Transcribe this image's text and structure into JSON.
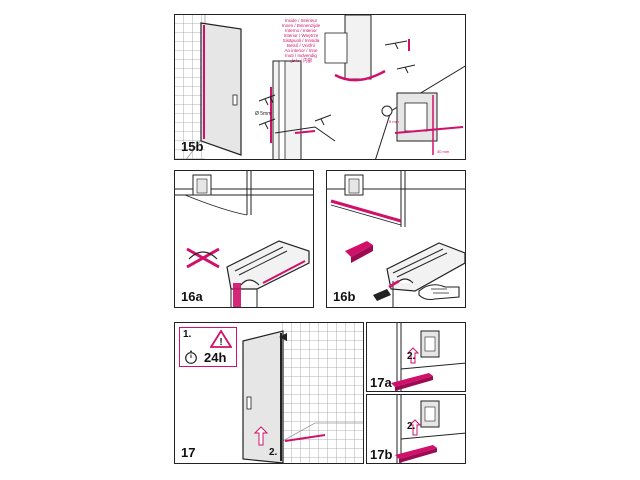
{
  "panels": {
    "p15b": {
      "label": "15b"
    },
    "p16a": {
      "label": "16a"
    },
    "p16b": {
      "label": "16b"
    },
    "p17": {
      "label": "17",
      "step1": "1.",
      "step2": "2.",
      "timer": "24h"
    },
    "p17a": {
      "label": "17a",
      "step2": "2."
    },
    "p17b": {
      "label": "17b",
      "step2": "2."
    }
  },
  "multilang_note": [
    "Inside / Intérieur",
    "Innen / Binnenzijde",
    "Interno / Interior",
    "Interior / Wnętrze",
    "Sisäpuoli / Innsida",
    "Belső / Vnitřní",
    "Ao interior / Inne",
    "Inuti / Indvendig",
    "داخل / 内部"
  ],
  "colors": {
    "accent": "#d0106a",
    "line": "#222222",
    "tile": "#9a9a9a",
    "glass": "#e6e6e6"
  }
}
